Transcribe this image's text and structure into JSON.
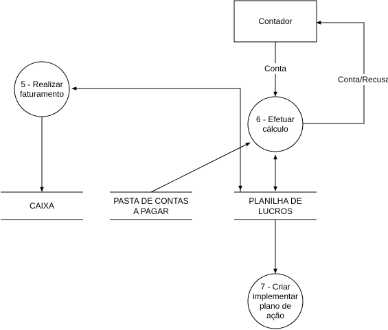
{
  "nodes": {
    "contador": "Contador",
    "p5_line1": "5 - Realizar",
    "p5_line2": "faturamento",
    "p6_line1": "6 - Efetuar",
    "p6_line2": "cálculo",
    "p7_line1": "7 - Criar",
    "p7_line2": "implementar",
    "p7_line3": "plano de",
    "p7_line4": "ação"
  },
  "stores": {
    "caixa": "CAIXA",
    "pasta_line1": "PASTA DE CONTAS",
    "pasta_line2": "A PAGAR",
    "planilha_line1": "PLANILHA DE",
    "planilha_line2": "LUCROS"
  },
  "edges": {
    "conta": "Conta",
    "conta_recusa": "Conta/Recusa"
  },
  "colors": {
    "stroke": "#000000",
    "fill": "#ffffff"
  }
}
